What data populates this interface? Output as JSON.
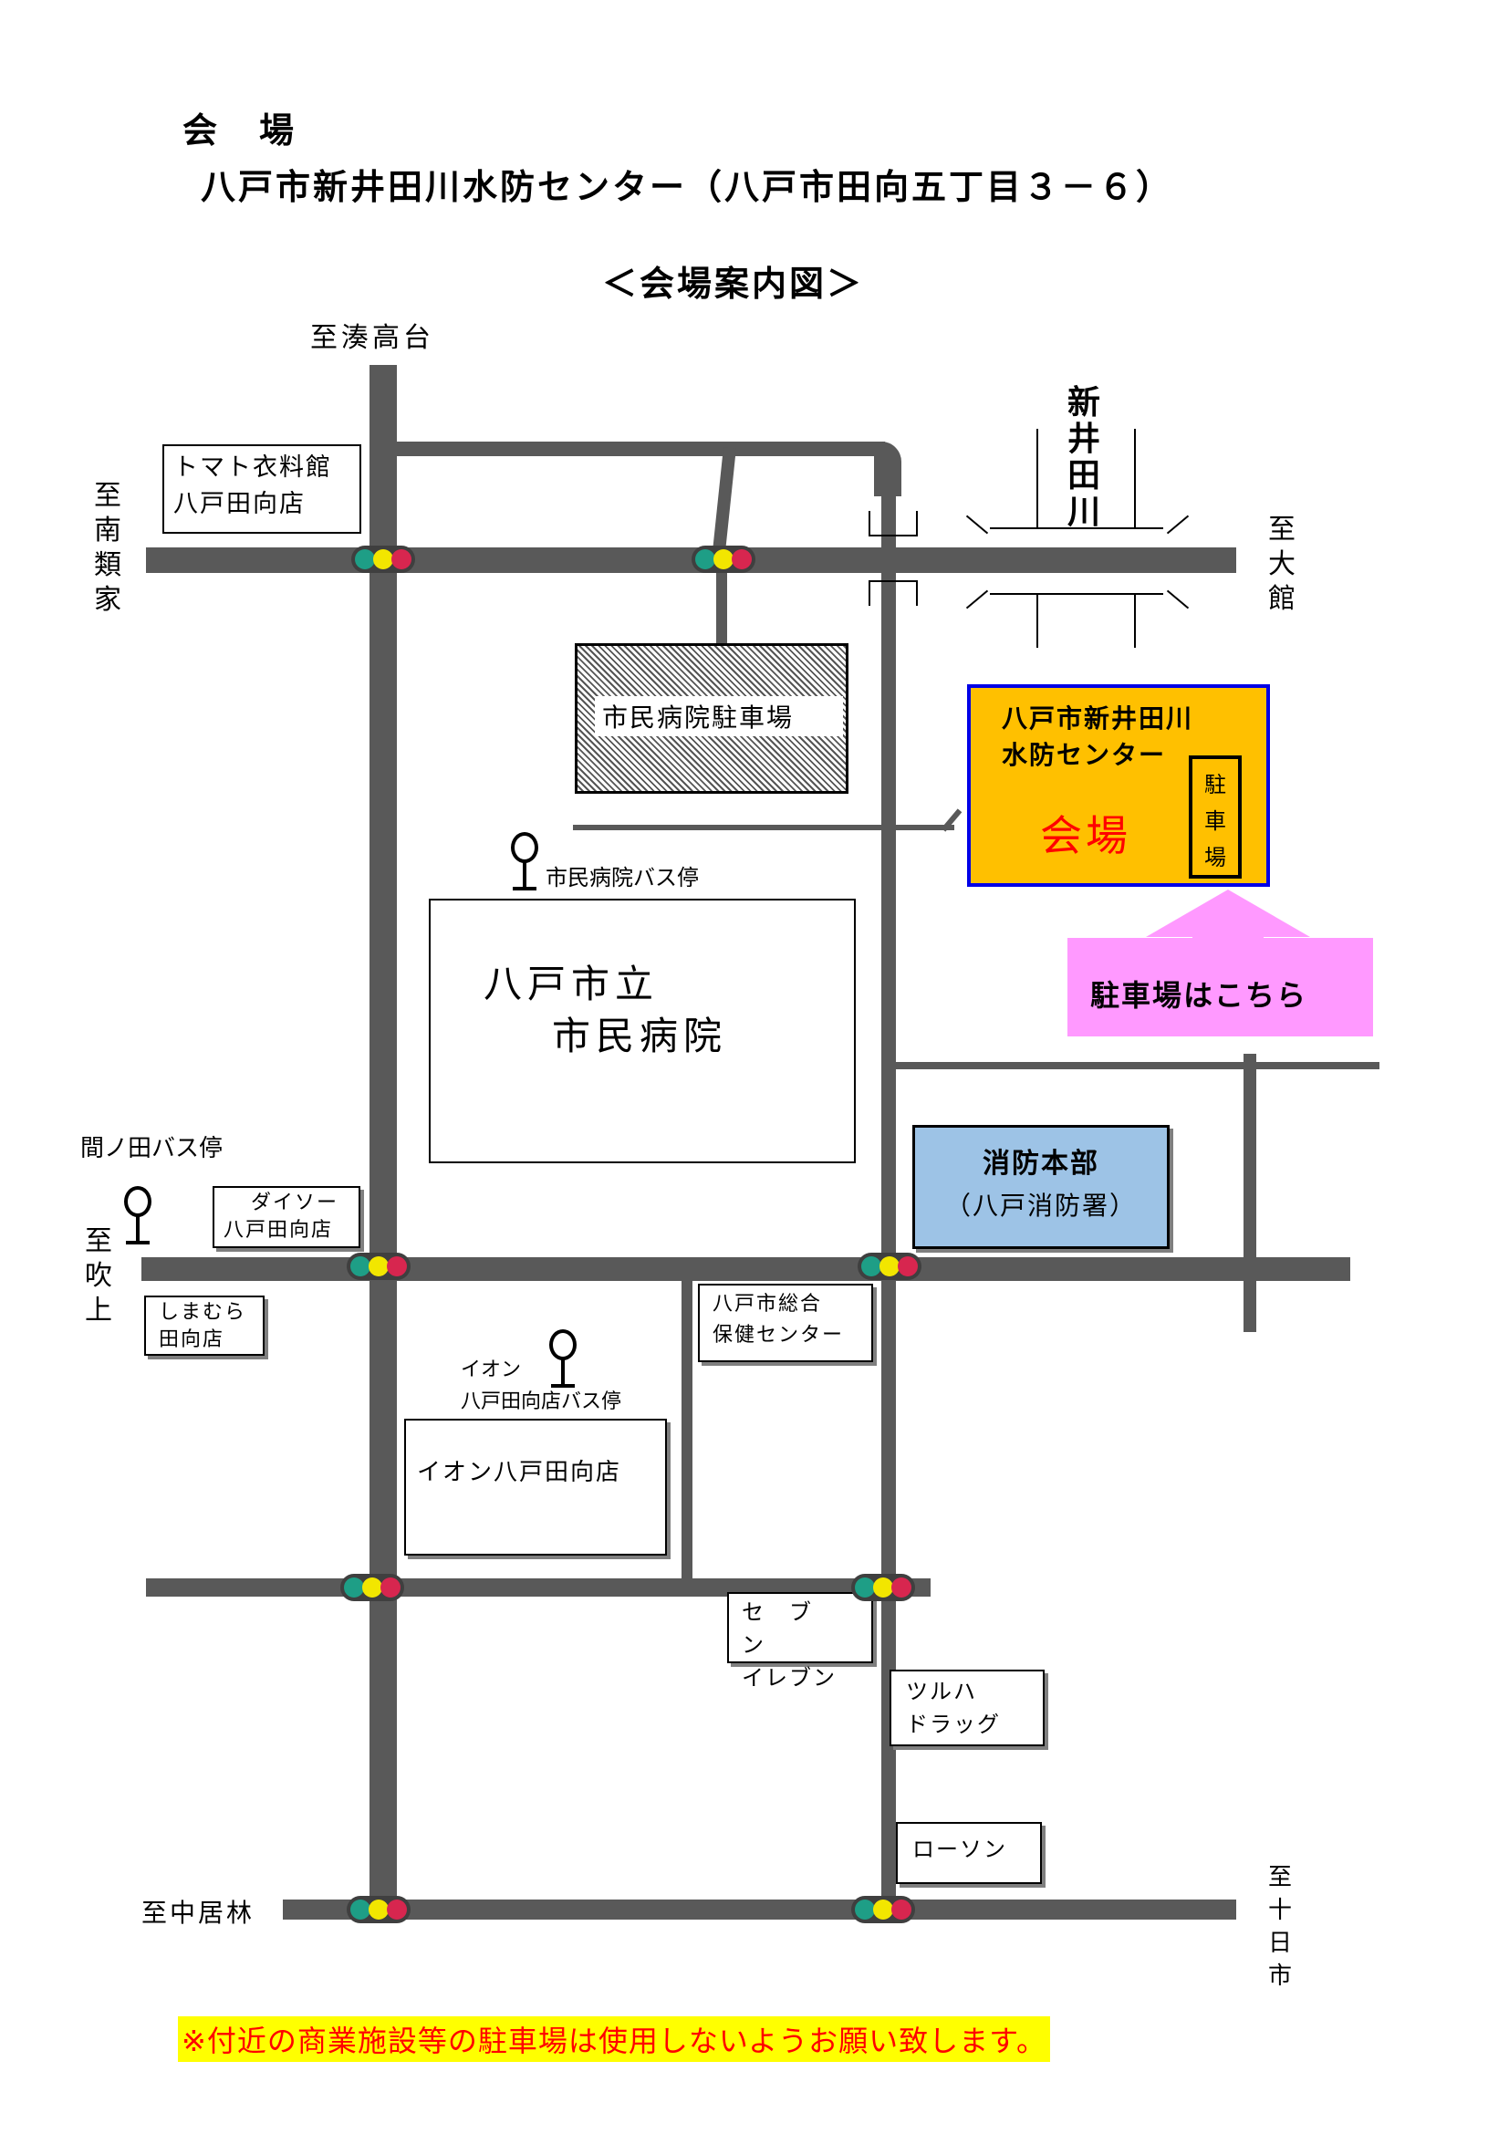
{
  "header": {
    "venue_label": "会　場",
    "venue_name": "八戸市新井田川水防センター（八戸市田向五丁目３－６）",
    "map_title": "＜会場案内図＞"
  },
  "directions": {
    "north": "至湊高台",
    "west_top": "至南類家",
    "east_top": "至大館",
    "west_mid": "至吹上",
    "southwest": "至中居林",
    "southeast": "至十日市"
  },
  "river": {
    "name": "新井田川"
  },
  "landmarks": {
    "tomato": [
      "トマト衣料館",
      "八戸田向店"
    ],
    "hospital_parking": "市民病院駐車場",
    "hospital_bus_stop": "市民病院バス停",
    "hospital": [
      "八戸市立",
      "市民病院"
    ],
    "mano_bus_stop": "間ノ田バス停",
    "daiso": [
      "ダイソー",
      "八戸田向店"
    ],
    "shimamura": [
      "しまむら",
      "田向店"
    ],
    "aeon_bus_stop": [
      "イオン",
      "八戸田向店バス停"
    ],
    "aeon": "イオン八戸田向店",
    "health_center": [
      "八戸市総合",
      "保健センター"
    ],
    "fire_hq": [
      "消防本部",
      "（八戸消防署）"
    ],
    "seven": [
      "セ　ブ　ン",
      "イレブン"
    ],
    "tsuruha": [
      "ツルハ",
      "ドラッグ"
    ],
    "lawson": "ローソン"
  },
  "venue_box": {
    "name": [
      "八戸市新井田川",
      "水防センター"
    ],
    "label": "会場",
    "parking": "駐車場",
    "fill": "#FFC000",
    "border": "#0000E6",
    "label_color": "#FF0000"
  },
  "parking_arrow": {
    "text": "駐車場はこちら",
    "color": "#FF99FF"
  },
  "notice": {
    "text": "※付近の商業施設等の駐車場は使用しないようお願い致します。",
    "highlight": "#FFFF00",
    "color": "#FF0000"
  },
  "signal_colors": {
    "green": "#1E9E86",
    "yellow": "#F2E600",
    "red": "#D7264F"
  }
}
